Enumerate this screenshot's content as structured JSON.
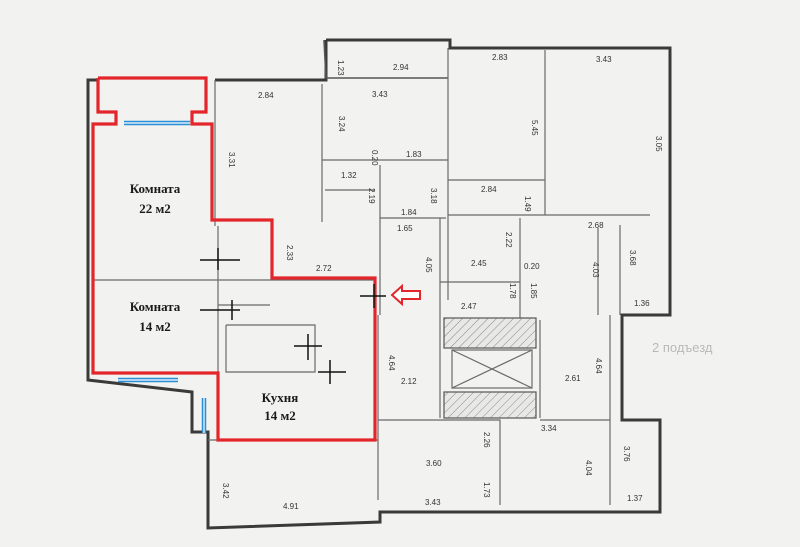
{
  "rooms": [
    {
      "id": "room-22",
      "name": "Комната",
      "area": "22 м2"
    },
    {
      "id": "room-14",
      "name": "Комната",
      "area": "14 м2"
    },
    {
      "id": "kitchen",
      "name": "Кухня",
      "area": "14 м2"
    }
  ],
  "dims": {
    "d_123": "1.23",
    "d_294": "2.94",
    "d_283": "2.83",
    "d_343a": "3.43",
    "d_284a": "2.84",
    "d_343b": "3.43",
    "d_331": "3.31",
    "d_324": "3.24",
    "d_545": "5.45",
    "d_305": "3.05",
    "d_020a": "0.20",
    "d_183": "1.83",
    "d_132": "1.32",
    "d_219": "2.19",
    "d_318": "3.18",
    "d_284b": "2.84",
    "d_149": "1.49",
    "d_184": "1.84",
    "d_268": "2.68",
    "d_165": "1.65",
    "d_222": "2.22",
    "d_233": "2.33",
    "d_405": "4.05",
    "d_245": "2.45",
    "d_020b": "0.20",
    "d_403": "4.03",
    "d_368": "3.68",
    "d_272": "2.72",
    "d_178": "1.78",
    "d_185": "1.85",
    "d_247": "2.47",
    "d_136": "1.36",
    "d_464a": "4.64",
    "d_212": "2.12",
    "d_261": "2.61",
    "d_464b": "4.64",
    "d_226": "2.26",
    "d_334": "3.34",
    "d_360": "3.60",
    "d_404": "4.04",
    "d_376": "3.76",
    "d_342": "3.42",
    "d_173": "1.73",
    "d_491": "4.91",
    "d_343c": "3.43",
    "d_137": "1.37"
  },
  "stamp": "2 подъезд",
  "colors": {
    "highlight": "#e3262b",
    "window": "#2a8fd6"
  }
}
